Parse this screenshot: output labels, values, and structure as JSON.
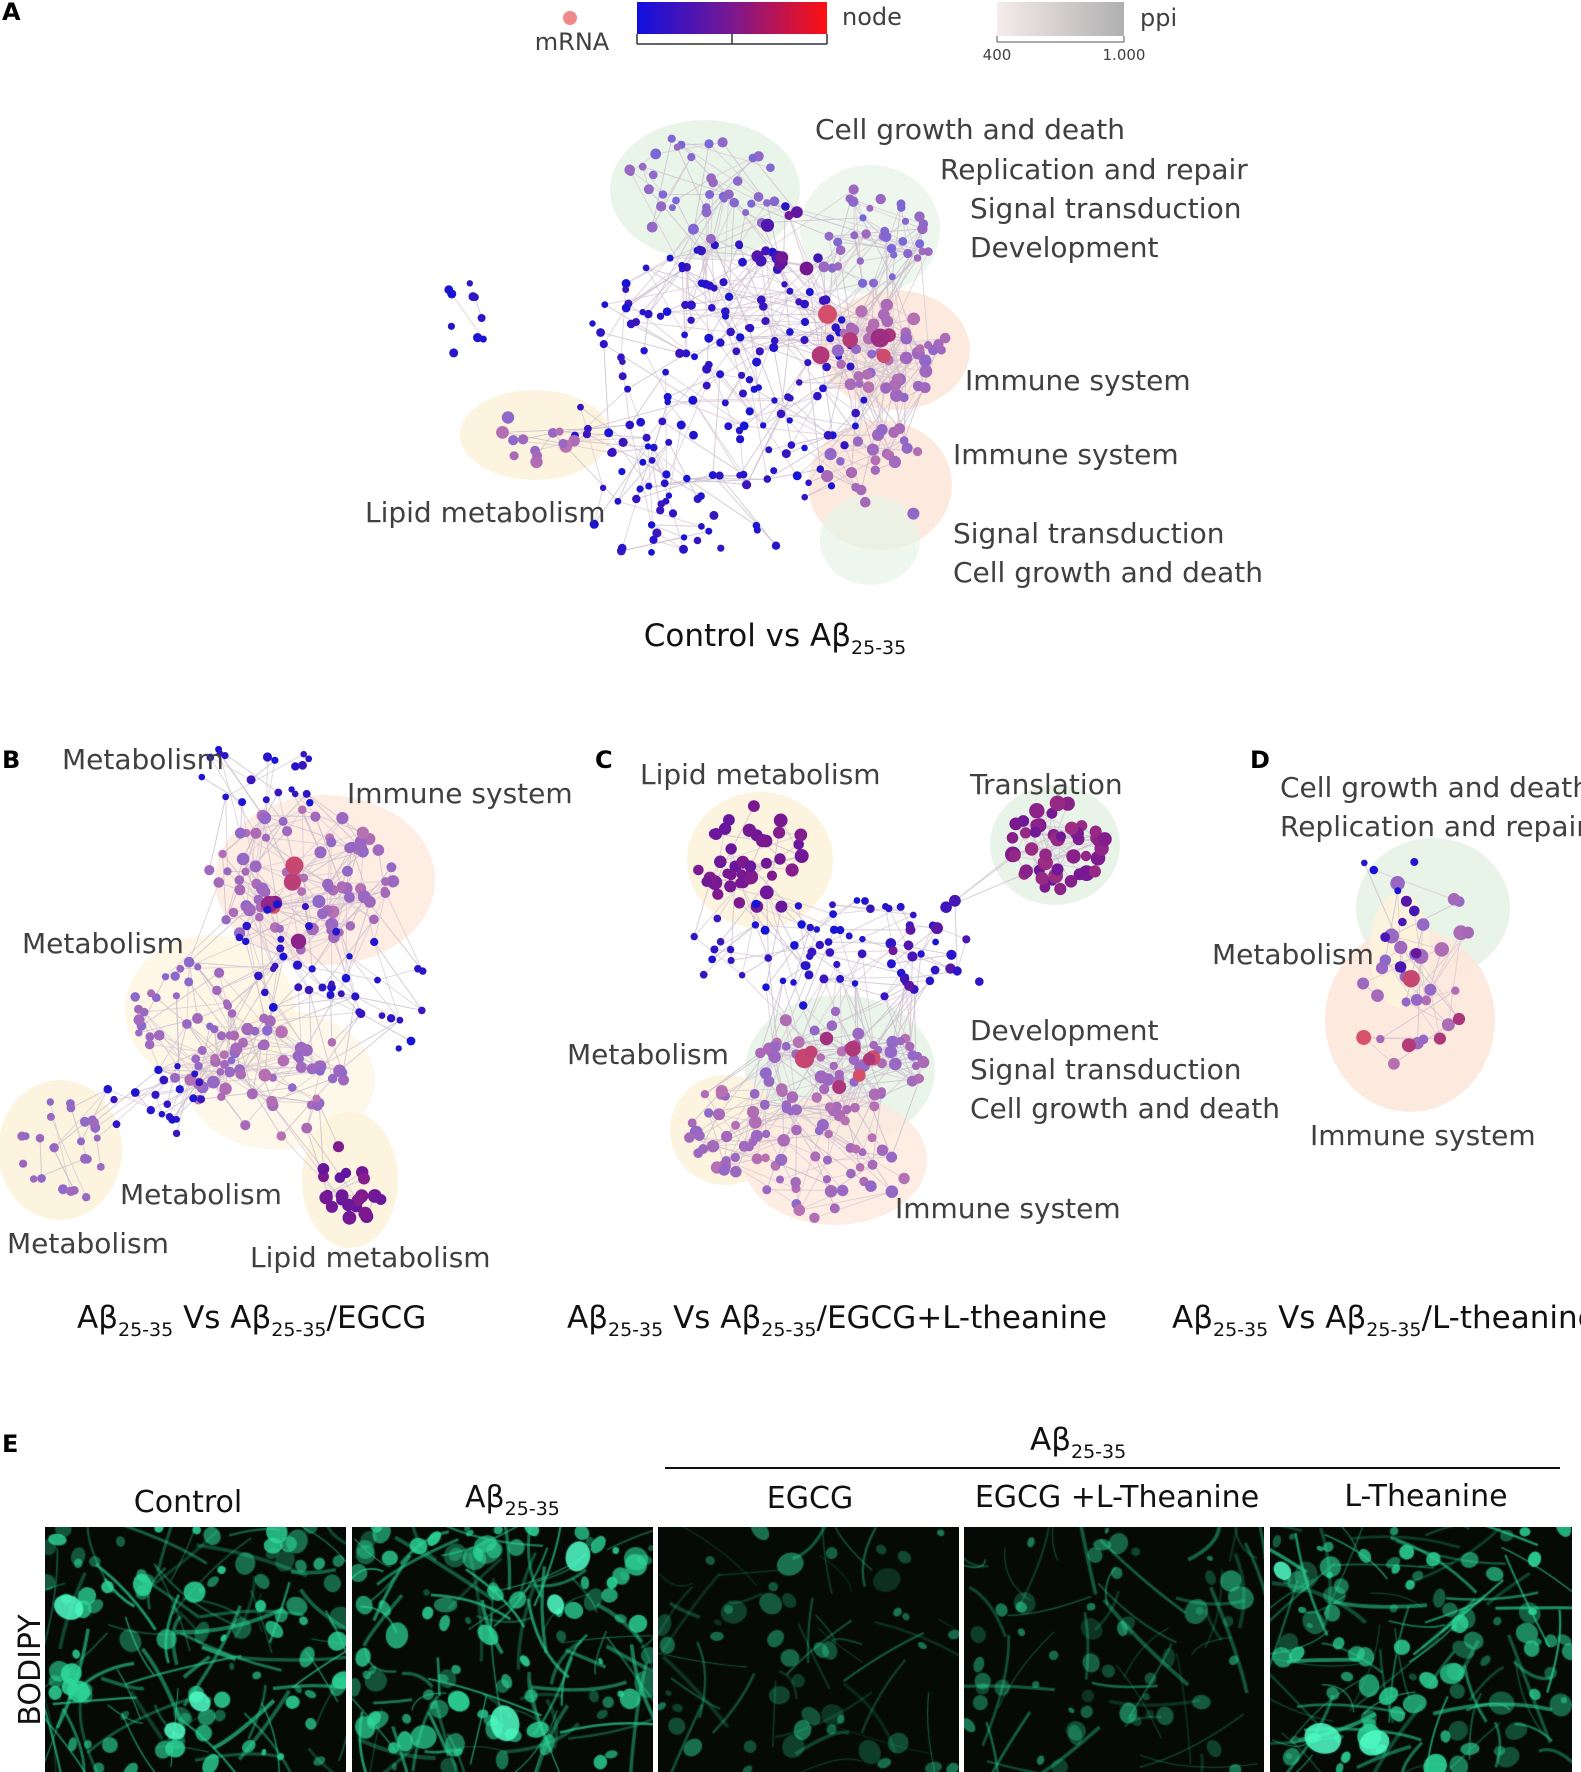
{
  "legend": {
    "mrna_label": "mRNA",
    "node_label": "node",
    "ppi_label": "ppi",
    "ppi_min": "400",
    "ppi_max": "1.000",
    "colors": {
      "mrna": "#f08a8a",
      "node_low": "#1010e0",
      "node_mid": "#7a1890",
      "node_high": "#ff1010",
      "ppi_low": "#f3e6e6",
      "ppi_high": "#b5b5b5"
    }
  },
  "panels": {
    "a": {
      "letter": "A",
      "title_main": "Control vs Aβ",
      "title_sub": "25-35",
      "modules": [
        "Cell growth and death",
        "Replication and repair",
        "Signal transduction",
        "Development",
        "Immune system",
        "Immune system",
        "Signal transduction",
        "Cell growth and death",
        "Lipid metabolism"
      ]
    },
    "b": {
      "letter": "B",
      "title_parts": [
        "Aβ",
        "25-35",
        " Vs Aβ",
        "25-35",
        "/EGCG"
      ],
      "modules": [
        "Metabolism",
        "Immune system",
        "Metabolism",
        "Metabolism",
        "Metabolism",
        "Lipid metabolism"
      ]
    },
    "c": {
      "letter": "C",
      "title_parts": [
        "Aβ",
        "25-35",
        " Vs Aβ",
        "25-35",
        "/EGCG+L-theanine"
      ],
      "modules": [
        "Lipid metabolism",
        "Translation",
        "Metabolism",
        "Development",
        "Signal transduction",
        "Cell growth and death",
        "Immune system"
      ]
    },
    "d": {
      "letter": "D",
      "title_parts": [
        "Aβ",
        "25-35",
        " Vs Aβ",
        "25-35",
        "/L-theanine"
      ],
      "modules": [
        "Cell growth and death",
        "Replication and repair",
        "Metabolism",
        "Immune system"
      ]
    },
    "e": {
      "letter": "E",
      "group_main": "Aβ",
      "group_sub": "25-35",
      "row_label": "BODIPY",
      "columns": [
        {
          "main": "Control",
          "sub": ""
        },
        {
          "main": "Aβ",
          "sub": "25-35"
        },
        {
          "main": "EGCG",
          "sub": ""
        },
        {
          "main": "EGCG +L-Theanine",
          "sub": ""
        },
        {
          "main": "L-Theanine",
          "sub": ""
        }
      ],
      "image_color": "#20d8a0"
    }
  }
}
